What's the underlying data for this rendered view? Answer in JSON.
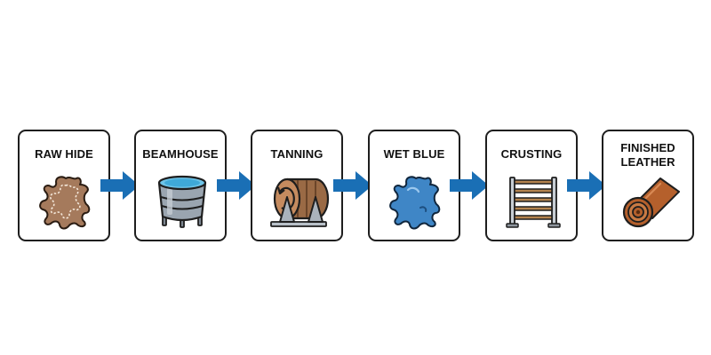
{
  "process": {
    "steps": [
      {
        "label": "RAW HIDE",
        "icon": "raw-hide-icon"
      },
      {
        "label": "BEAMHOUSE",
        "icon": "beamhouse-vat-icon"
      },
      {
        "label": "TANNING",
        "icon": "tanning-drum-icon"
      },
      {
        "label": "WET BLUE",
        "icon": "wet-blue-hide-icon"
      },
      {
        "label": "CRUSTING",
        "icon": "crusting-rack-icon"
      },
      {
        "label": "FINISHED\nLEATHER",
        "icon": "leather-roll-icon"
      }
    ],
    "arrow_icon": "right-arrow-icon"
  },
  "colors": {
    "arrow": "#1a6fb5",
    "border": "#1e1e1e",
    "hide_brown": "#a57a5c",
    "wet_blue": "#3f86c6",
    "vat_gray": "#9aa5b0",
    "leather": "#b5602c"
  }
}
